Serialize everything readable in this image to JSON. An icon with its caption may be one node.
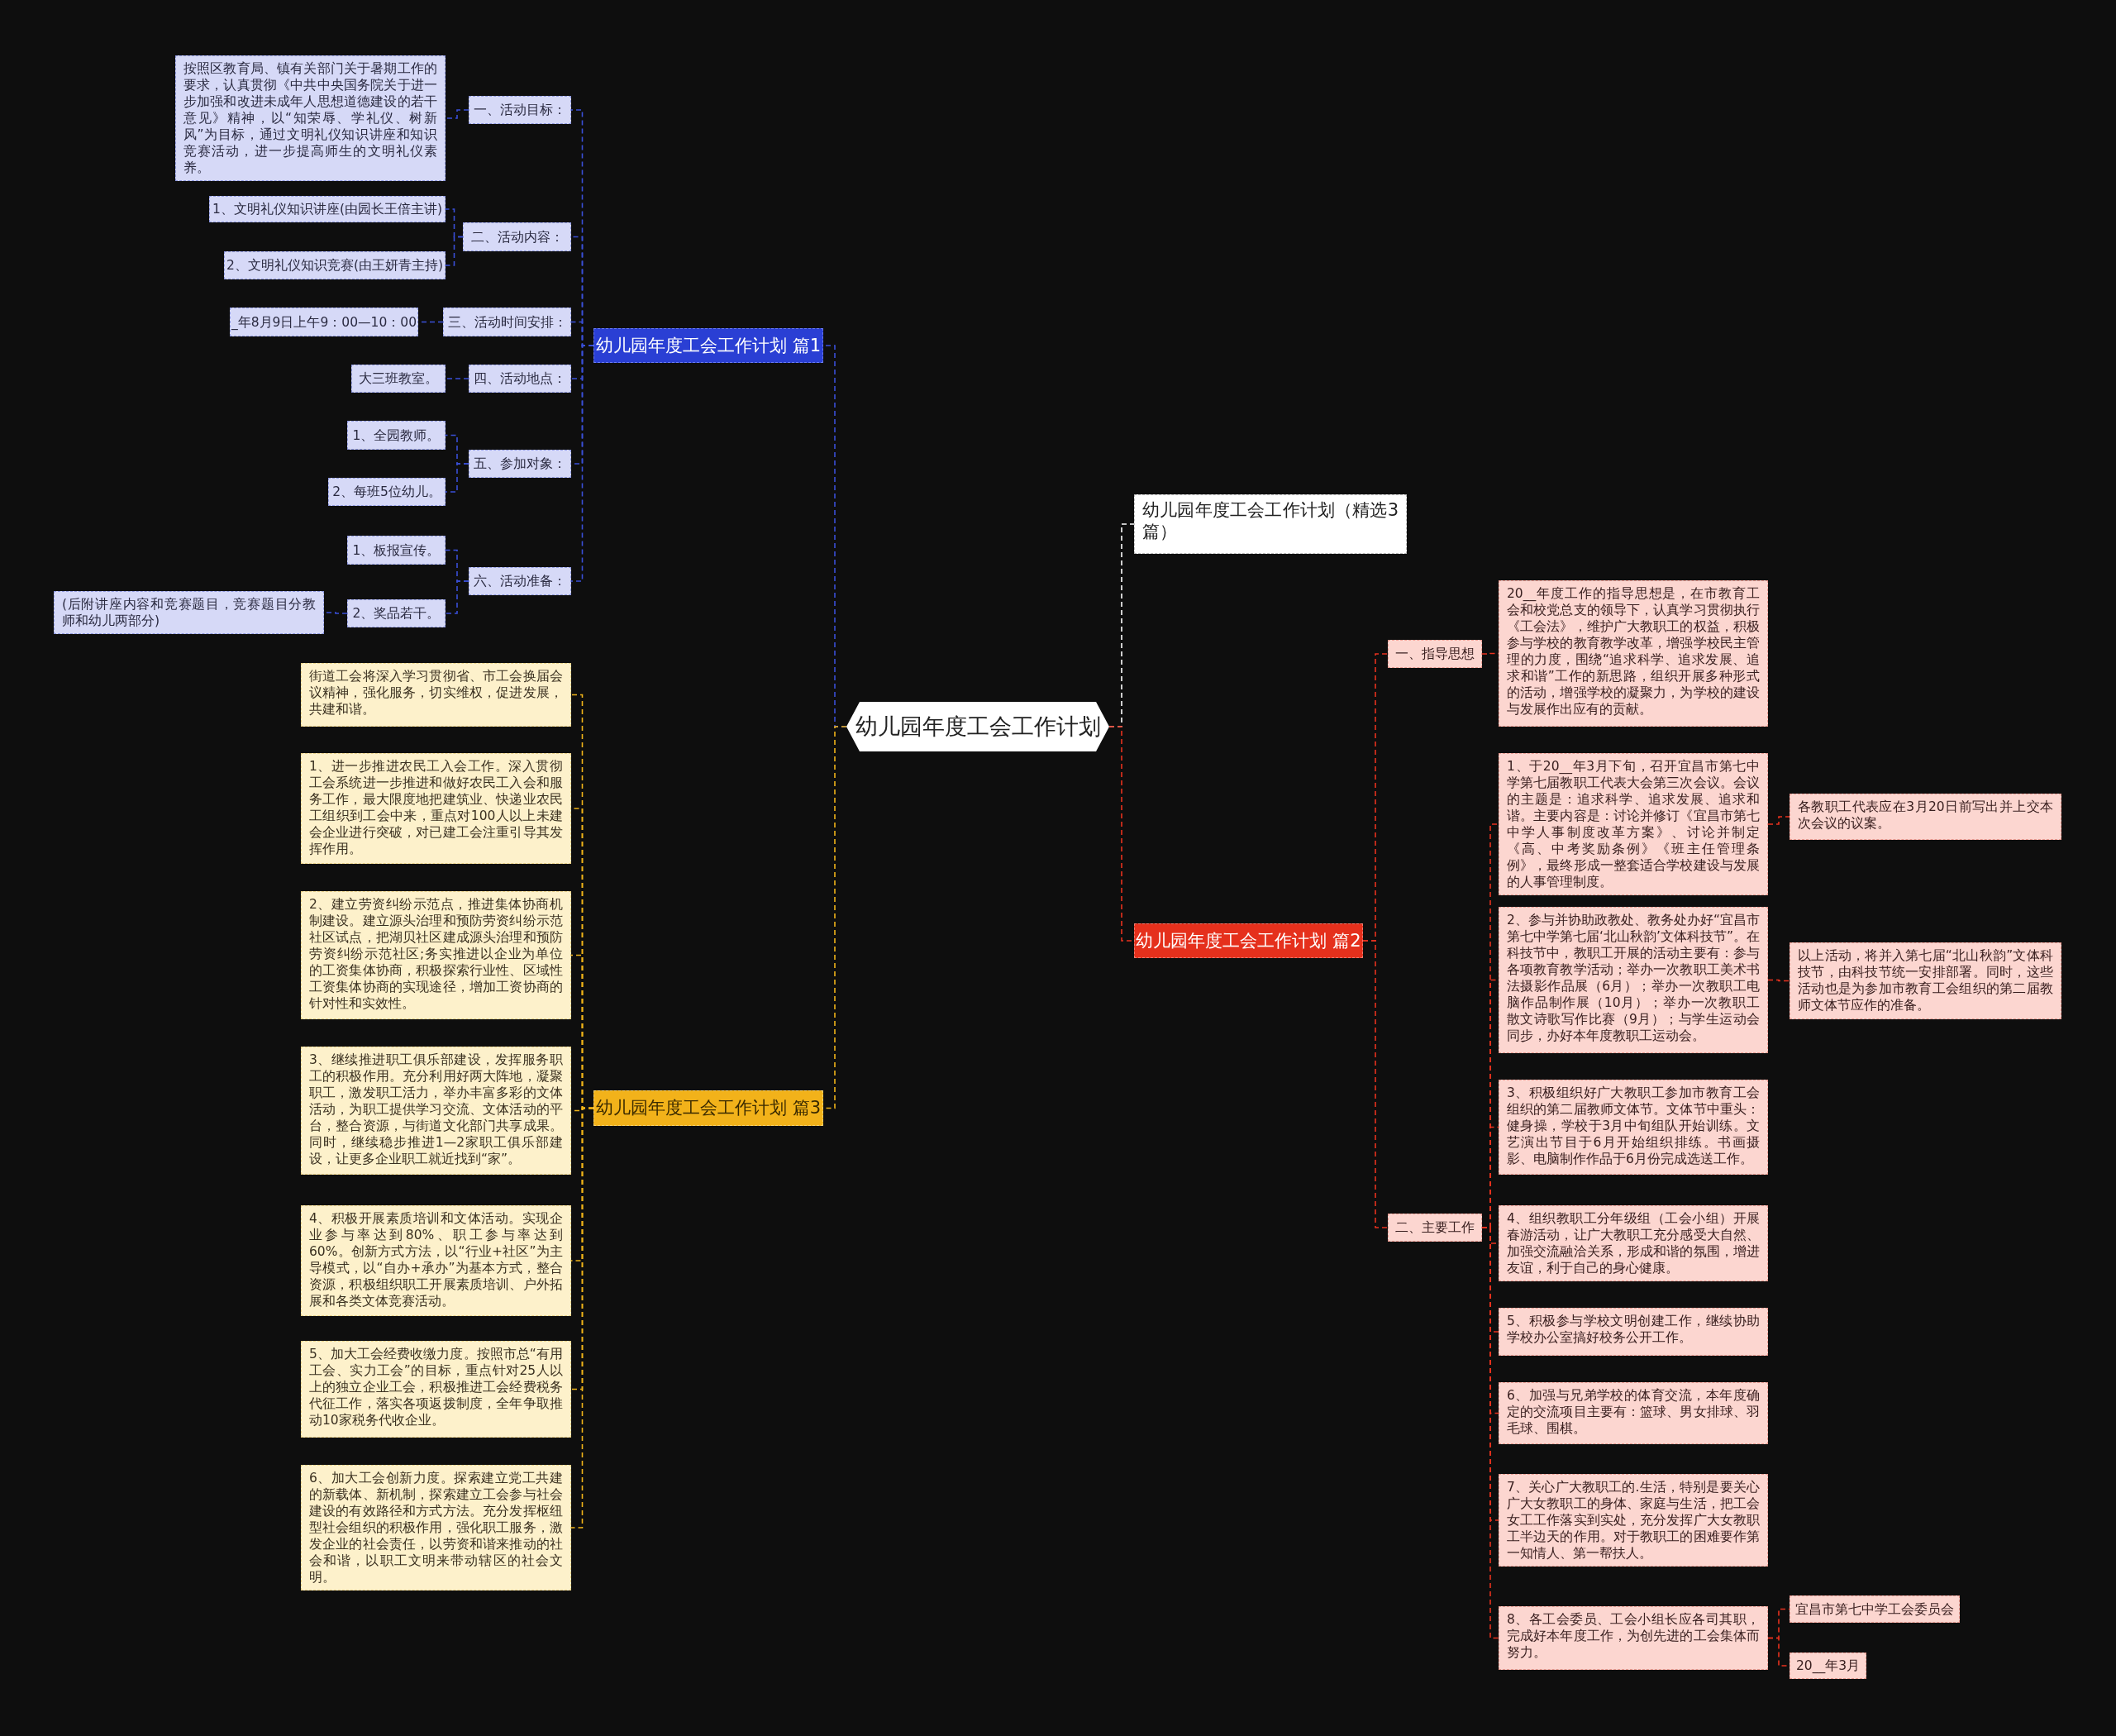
{
  "diagram": {
    "nodes": [
      {
        "text": [
          "幼儿园年度工会工作计划"
        ]
      },
      {
        "text": [
          "幼儿园年度工会工作计划（精选3篇）"
        ]
      },
      {
        "text": [
          "幼儿园年度工会工作计划 篇1"
        ]
      },
      {
        "text": [
          "一、活动目标："
        ]
      },
      {
        "text": [
          "按照区教育局、镇有关部门关于暑期工作的要求，认真贯彻《中共中央国务院关于进一步加强和改进未成年人思想道德建设的若干意见》精神，以“知荣辱、学礼仪、树新风”为目标，通过文明礼仪知识讲座和知识竞赛活动，进一步提高师生的文明礼仪素养。"
        ]
      },
      {
        "text": [
          "二、活动内容："
        ]
      },
      {
        "text": [
          "1、文明礼仪知识讲座(由园长王倍主讲)"
        ]
      },
      {
        "text": [
          "2、文明礼仪知识竞赛(由王妍青主持)"
        ]
      },
      {
        "text": [
          "三、活动时间安排："
        ]
      },
      {
        "text": [
          "_年8月9日上午9：00—10：00"
        ]
      },
      {
        "text": [
          "四、活动地点："
        ]
      },
      {
        "text": [
          "大三班教室。"
        ]
      },
      {
        "text": [
          "五、参加对象："
        ]
      },
      {
        "text": [
          "1、全园教师。"
        ]
      },
      {
        "text": [
          "2、每班5位幼儿。"
        ]
      },
      {
        "text": [
          "六、活动准备："
        ]
      },
      {
        "text": [
          "1、板报宣传。"
        ]
      },
      {
        "text": [
          "2、奖品若干。"
        ]
      },
      {
        "text": [
          "(后附讲座内容和竞赛题目，竞赛题目分教师和幼儿两部分)"
        ]
      },
      {
        "text": [
          "幼儿园年度工会工作计划 篇2"
        ]
      },
      {
        "text": [
          "一、指导思想"
        ]
      },
      {
        "text": [
          "20__年度工作的指导思想是，在市教育工会和校党总支的领导下，认真学习贯彻执行《工会法》，维护广大教职工的权益，积极参与学校的教育教学改革，增强学校民主管理的力度，围绕“追求科学、追求发展、追求和谐”工作的新思路，组织开展多种形式的活动，增强学校的凝聚力，为学校的建设与发展作出应有的贡献。"
        ]
      },
      {
        "text": [
          "二、主要工作"
        ]
      },
      {
        "text": [
          "1、于20__年3月下旬，召开宜昌市第七中学第七届教职工代表大会第三次会议。会议的主题是：追求科学、追求发展、追求和谐。主要内容是：讨论并修订《宜昌市第七中学人事制度改革方案》、讨论并制定《高、中考奖励条例》《班主任管理条例》，最终形成一整套适合学校建设与发展的人事管理制度。"
        ]
      },
      {
        "text": [
          "各教职工代表应在3月20日前写出并上交本次会议的议案。"
        ]
      },
      {
        "text": [
          "2、参与并协助政教处、教务处办好“宜昌市第七中学第七届‘北山秋韵’文体科技节”。在科技节中，教职工开展的活动主要有：参与各项教育教学活动；举办一次教职工美术书法摄影作品展（6月）；举办一次教职工电脑作品制作展（10月）；举办一次教职工散文诗歌写作比赛（9月）；与学生运动会同步，办好本年度教职工运动会。"
        ]
      },
      {
        "text": [
          "以上活动，将并入第七届“北山秋韵”文体科技节，由科技节统一安排部署。同时，这些活动也是为参加市教育工会组织的第二届教师文体节应作的准备。"
        ]
      },
      {
        "text": [
          "3、积极组织好广大教职工参加市教育工会组织的第二届教师文体节。文体节中重头：健身操，学校于3月中旬组队开始训练。文艺演出节目于6月开始组织排练。书画摄影、电脑制作作品于6月份完成选送工作。"
        ]
      },
      {
        "text": [
          "4、组织教职工分年级组（工会小组）开展春游活动，让广大教职工充分感受大自然、加强交流融洽关系，形成和谐的氛围，增进友谊，利于自己的身心健康。"
        ]
      },
      {
        "text": [
          "5、积极参与学校文明创建工作，继续协助学校办公室搞好校务公开工作。"
        ]
      },
      {
        "text": [
          "6、加强与兄弟学校的体育交流，本年度确定的交流项目主要有：篮球、男女排球、羽毛球、围棋。"
        ]
      },
      {
        "text": [
          "7、关心广大教职工的.生活，特别是要关心广大女教职工的身体、家庭与生活，把工会女工工作落实到实处，充分发挥广大女教职工半边天的作用。对于教职工的困难要作第一知情人、第一帮扶人。"
        ]
      },
      {
        "text": [
          "8、各工会委员、工会小组长应各司其职，完成好本年度工作，为创先进的工会集体而努力。"
        ]
      },
      {
        "text": [
          "宜昌市第七中学工会委员会"
        ]
      },
      {
        "text": [
          "20__年3月"
        ]
      },
      {
        "text": [
          "幼儿园年度工会工作计划 篇3"
        ]
      },
      {
        "text": [
          "街道工会将深入学习贯彻省、市工会换届会议精神，强化服务，切实维权，促进发展，共建和谐。"
        ]
      },
      {
        "text": [
          "1、进一步推进农民工入会工作。深入贯彻工会系统进一步推进和做好农民工入会和服务工作，最大限度地把建筑业、快递业农民工组织到工会中来，重点对100人以上未建会企业进行突破，对已建工会注重引导其发挥作用。"
        ]
      },
      {
        "text": [
          "2、建立劳资纠纷示范点，推进集体协商机制建设。建立源头治理和预防劳资纠纷示范社区试点，把湖贝社区建成源头治理和预防劳资纠纷示范社区;务实推进以企业为单位的工资集体协商，积极探索行业性、区域性工资集体协商的实现途径，增加工资协商的针对性和实效性。"
        ]
      },
      {
        "text": [
          "3、继续推进职工俱乐部建设，发挥服务职工的积极作用。充分利用好两大阵地，凝聚职工，激发职工活力，举办丰富多彩的文体活动，为职工提供学习交流、文体活动的平台，整合资源，与街道文化部门共享成果。同时，继续稳步推进1—2家职工俱乐部建设，让更多企业职工就近找到“家”。"
        ]
      },
      {
        "text": [
          "4、积极开展素质培训和文体活动。实现企业参与率达到80%、职工参与率达到60%。创新方式方法，以“行业+社区”为主导模式，以“自办+承办”为基本方式，整合资源，积极组织职工开展素质培训、户外拓展和各类文体竞赛活动。"
        ]
      },
      {
        "text": [
          "5、加大工会经费收缴力度。按照市总“有用工会、实力工会”的目标，重点针对25人以上的独立企业工会，积极推进工会经费税务代征工作，落实各项返拨制度，全年争取推动10家税务代收企业。"
        ]
      },
      {
        "text": [
          "6、加大工会创新力度。探索建立党工共建的新载体、新机制，探索建立工会参与社会建设的有效路径和方式方法。充分发挥枢纽型社会组织的积极作用，强化职工服务，激发企业的社会责任，以劳资和谐来推动的社会和谐，以职工文明来带动辖区的社会文明。"
        ]
      }
    ],
    "edges": [
      {
        "from": 0,
        "to": 1,
        "arrow": "none",
        "color": "#ffffff"
      },
      {
        "from": 0,
        "to": 2,
        "arrow": "none",
        "color": "#3a4fd8"
      },
      {
        "from": 0,
        "to": 19,
        "arrow": "none",
        "color": "#e8321f"
      },
      {
        "from": 0,
        "to": 35,
        "arrow": "none",
        "color": "#f0b419"
      },
      {
        "from": 2,
        "to": 3,
        "arrow": "none",
        "color": "#3a4fd8"
      },
      {
        "from": 3,
        "to": 4,
        "arrow": "none",
        "color": "#3a4fd8"
      },
      {
        "from": 2,
        "to": 5,
        "arrow": "none",
        "color": "#3a4fd8"
      },
      {
        "from": 5,
        "to": 6,
        "arrow": "none",
        "color": "#3a4fd8"
      },
      {
        "from": 5,
        "to": 7,
        "arrow": "none",
        "color": "#3a4fd8"
      },
      {
        "from": 2,
        "to": 8,
        "arrow": "none",
        "color": "#3a4fd8"
      },
      {
        "from": 8,
        "to": 9,
        "arrow": "none",
        "color": "#3a4fd8"
      },
      {
        "from": 2,
        "to": 10,
        "arrow": "none",
        "color": "#3a4fd8"
      },
      {
        "from": 10,
        "to": 11,
        "arrow": "none",
        "color": "#3a4fd8"
      },
      {
        "from": 2,
        "to": 12,
        "arrow": "none",
        "color": "#3a4fd8"
      },
      {
        "from": 12,
        "to": 13,
        "arrow": "none",
        "color": "#3a4fd8"
      },
      {
        "from": 12,
        "to": 14,
        "arrow": "none",
        "color": "#3a4fd8"
      },
      {
        "from": 2,
        "to": 15,
        "arrow": "none",
        "color": "#3a4fd8"
      },
      {
        "from": 15,
        "to": 16,
        "arrow": "none",
        "color": "#3a4fd8"
      },
      {
        "from": 15,
        "to": 17,
        "arrow": "none",
        "color": "#3a4fd8"
      },
      {
        "from": 17,
        "to": 18,
        "arrow": "none",
        "color": "#3a4fd8"
      },
      {
        "from": 19,
        "to": 20,
        "arrow": "none",
        "color": "#e8321f"
      },
      {
        "from": 20,
        "to": 21,
        "arrow": "none",
        "color": "#e8321f"
      },
      {
        "from": 19,
        "to": 22,
        "arrow": "none",
        "color": "#e8321f"
      },
      {
        "from": 22,
        "to": 23,
        "arrow": "none",
        "color": "#e8321f"
      },
      {
        "from": 23,
        "to": 24,
        "arrow": "none",
        "color": "#e8321f"
      },
      {
        "from": 22,
        "to": 25,
        "arrow": "none",
        "color": "#e8321f"
      },
      {
        "from": 25,
        "to": 26,
        "arrow": "none",
        "color": "#e8321f"
      },
      {
        "from": 22,
        "to": 27,
        "arrow": "none",
        "color": "#e8321f"
      },
      {
        "from": 22,
        "to": 28,
        "arrow": "none",
        "color": "#e8321f"
      },
      {
        "from": 22,
        "to": 29,
        "arrow": "none",
        "color": "#e8321f"
      },
      {
        "from": 22,
        "to": 30,
        "arrow": "none",
        "color": "#e8321f"
      },
      {
        "from": 22,
        "to": 31,
        "arrow": "none",
        "color": "#e8321f"
      },
      {
        "from": 22,
        "to": 32,
        "arrow": "none",
        "color": "#e8321f"
      },
      {
        "from": 32,
        "to": 33,
        "arrow": "none",
        "color": "#e8321f"
      },
      {
        "from": 32,
        "to": 34,
        "arrow": "none",
        "color": "#e8321f"
      },
      {
        "from": 35,
        "to": 36,
        "arrow": "none",
        "color": "#f0b419"
      },
      {
        "from": 35,
        "to": 37,
        "arrow": "none",
        "color": "#f0b419"
      },
      {
        "from": 35,
        "to": 38,
        "arrow": "none",
        "color": "#f0b419"
      },
      {
        "from": 35,
        "to": 39,
        "arrow": "none",
        "color": "#f0b419"
      },
      {
        "from": 35,
        "to": 40,
        "arrow": "none",
        "color": "#f0b419"
      },
      {
        "from": 35,
        "to": 41,
        "arrow": "none",
        "color": "#f0b419"
      },
      {
        "from": 35,
        "to": 42,
        "arrow": "none",
        "color": "#f0b419"
      }
    ]
  }
}
